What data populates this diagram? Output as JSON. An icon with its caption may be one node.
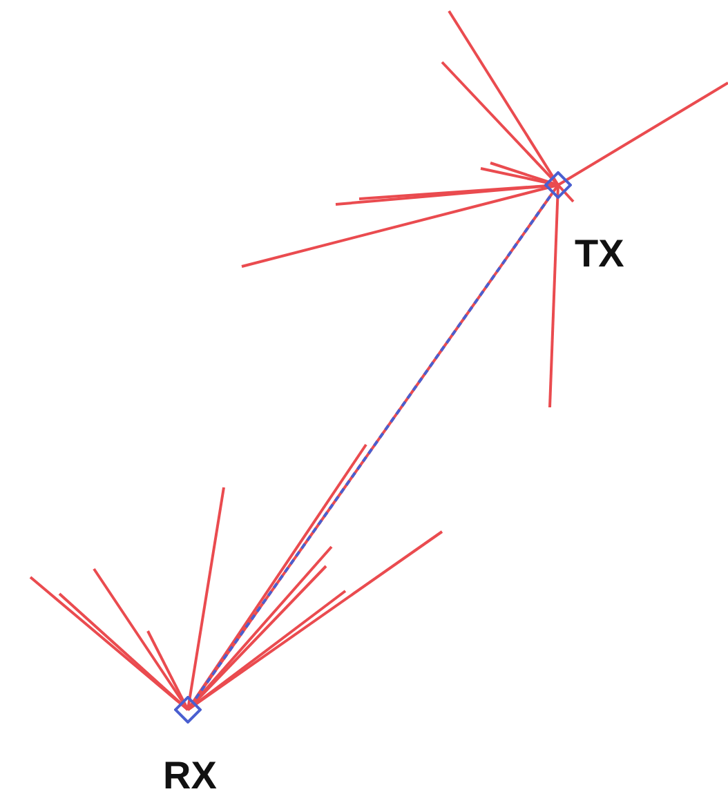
{
  "diagram": {
    "nodes": [
      {
        "text": [],
        "shape": "diamond",
        "beside": [
          "TX"
        ]
      },
      {
        "text": [],
        "shape": "diamond",
        "beside": [
          "RX"
        ]
      }
    ],
    "edges": [
      {
        "from": 0,
        "to": 1,
        "arrow": "none",
        "style": "dashed",
        "color": "#4a5fd0"
      }
    ]
  }
}
